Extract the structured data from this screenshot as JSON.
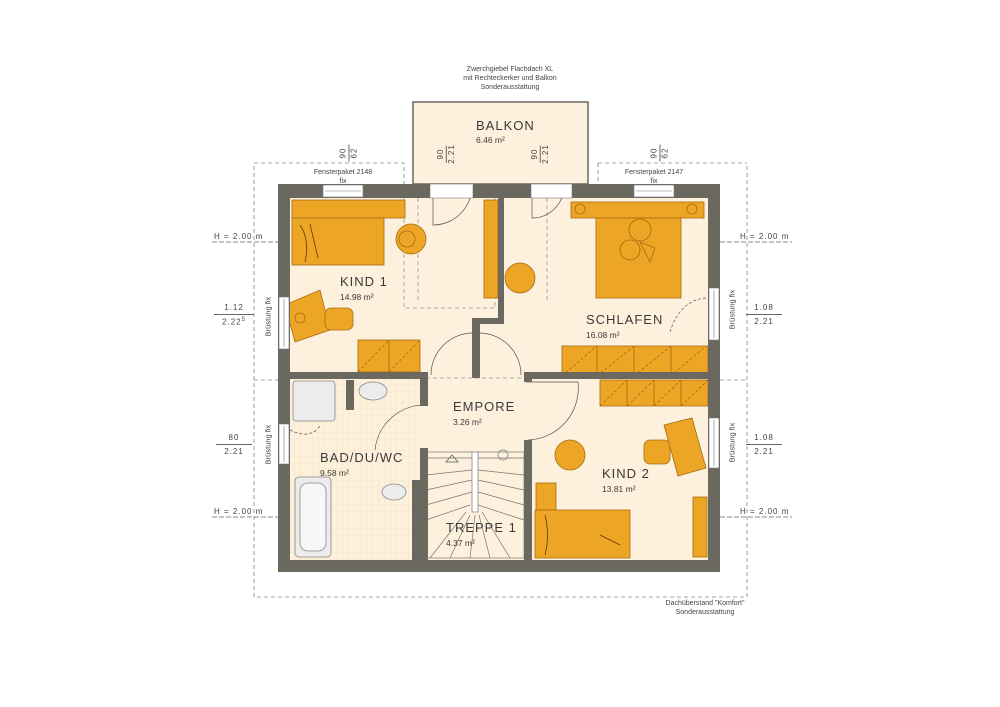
{
  "plan": {
    "top_note": [
      "Zwerchgiebel Flachdach XL",
      "mit Rechteckerker und Balkon",
      "Sonderausstattung"
    ],
    "bottom_note": [
      "Dachüberstand \"Komfort\"",
      "Sonderausstattung"
    ],
    "colors": {
      "wall": "#6b6860",
      "floor": "#fdf0dc",
      "furniture": "#eda526",
      "furniture_outline": "#a46d10",
      "bath_floor": "#fbe8c8",
      "dashed": "#888888"
    },
    "rooms": [
      {
        "name": "BALKON",
        "area": "6.46 m²"
      },
      {
        "name": "KIND 1",
        "area": "14.98 m²"
      },
      {
        "name": "SCHLAFEN",
        "area": "16.08 m²"
      },
      {
        "name": "EMPORE",
        "area": "3.26 m²"
      },
      {
        "name": "BAD/DU/WC",
        "area": "9.58 m²"
      },
      {
        "name": "TREPPE 1",
        "area": "4.37 m²"
      },
      {
        "name": "KIND 2",
        "area": "13.81 m²"
      }
    ],
    "window_packages": [
      {
        "label": "Fensterpaket 2148",
        "type": "fix",
        "dim_top": "90",
        "dim_bottom": "62"
      },
      {
        "label": "Fensterpaket 2147",
        "type": "fix",
        "dim_top": "90",
        "dim_bottom": "62"
      }
    ],
    "balcony_doors": [
      {
        "dim_top": "90",
        "dim_bottom": "2.21"
      },
      {
        "dim_top": "90",
        "dim_bottom": "2.21"
      }
    ],
    "height_marks": {
      "left_top": "H = 2.00 m",
      "right_top": "H = 2.00 m",
      "left_bottom": "H = 2.00 m",
      "right_bottom": "H = 2.00 m"
    },
    "side_windows": {
      "left_top": {
        "label": "Brüstung fix",
        "dim_top": "1.12",
        "dim_bottom": "2.22",
        "sup": "5"
      },
      "right_top": {
        "label": "Brüstung fix",
        "dim_top": "1.08",
        "dim_bottom": "2.21"
      },
      "left_bottom": {
        "label": "Brüstung fix",
        "dim_top": "80",
        "dim_bottom": "2.21"
      },
      "right_bottom": {
        "label": "Brüstung fix",
        "dim_top": "1.08",
        "dim_bottom": "2.21"
      }
    }
  }
}
